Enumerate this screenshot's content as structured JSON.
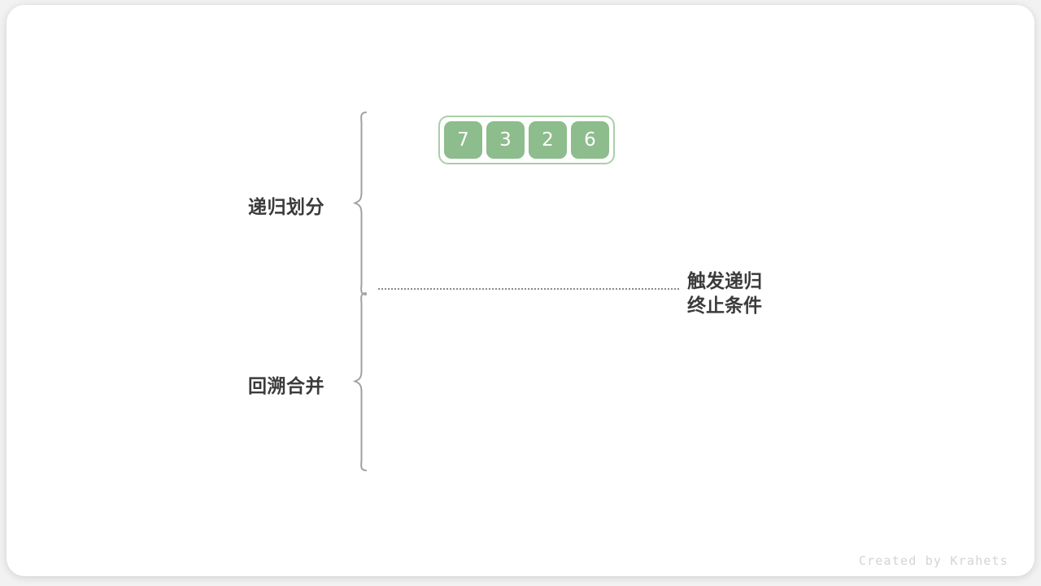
{
  "diagram": {
    "title": "merge-sort-recursion",
    "background_color": "#f2f2f2",
    "card_color": "#ffffff",
    "array": {
      "values": [
        "7",
        "3",
        "2",
        "6"
      ],
      "cell_color": "#8dbc8d",
      "border_color": "#a9cfa9",
      "text_color": "#ffffff"
    },
    "labels": {
      "divide": "递归划分",
      "merge": "回溯合并",
      "label_color": "#3b3b3b"
    },
    "note": {
      "line1": "触发递归",
      "line2": "终止条件"
    },
    "separator": {
      "style": "dotted",
      "color": "#8a8a8a"
    },
    "brace_color": "#a0a0a0",
    "credit": "Created by Krahets"
  }
}
